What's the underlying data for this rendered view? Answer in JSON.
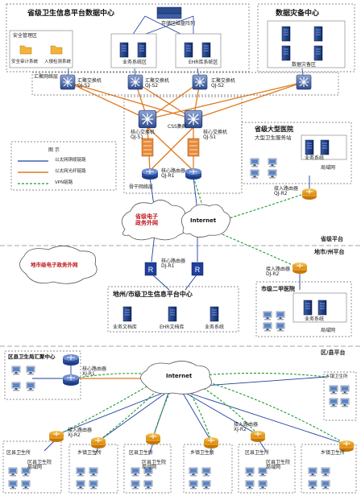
{
  "colors": {
    "ethernet_copper": "#1f3f9f",
    "ethernet_fiber": "#e07a1f",
    "vpn": "#1f9a2f",
    "red_text": "#c0161c",
    "dashed_border": "#666666"
  },
  "province": {
    "dc_title": "省级卫生信息平台数据中心",
    "storage_label": "存储区磁盘阵列",
    "security_zone": "安全管理区",
    "security_audit": "安全审计系统",
    "intrusion_detect": "入侵检测系统",
    "business_zone": "业务系统区",
    "ehr_zone": "EHR库系统区",
    "dr_title": "数据灾备中心",
    "dr_zone": "数据灾备区",
    "agg_switch_left": "汇聚网络层",
    "agg_switch_1": "汇聚交换机\nQJ-S2",
    "agg_switch_2": "汇聚交换机\nQJ-S2",
    "agg_switch_3": "汇聚交换机\nQJ-S2",
    "core_left": "核心交换机\nQJ-S1",
    "core_right": "核心交换机\nQJ-S1",
    "css": "CSS集群",
    "core_router": "核心路由器\nQJ-R1",
    "backbone": "骨干网络层",
    "hospital_title": "省级大型医院",
    "hospital_sub": "大型卫生服务站",
    "hospital_biz": "业务系统",
    "hospital_lan": "局域网",
    "access_router": "接入路由器\nQJ-R2",
    "extranet_cloud": "省级电子\n政务外网",
    "internet_cloud": "Internet",
    "level": "省级平台"
  },
  "legend": {
    "title": "图  示",
    "items": [
      {
        "label": "以太网铜缆链路",
        "type": "copper"
      },
      {
        "label": "以太网光纤链路",
        "type": "fiber"
      },
      {
        "label": "VPN链路",
        "type": "vpn"
      }
    ]
  },
  "city": {
    "level": "地市/州平台",
    "extranet_cloud": "地市级电子政务外网",
    "core_router": "核心路由器\nDJ-R1",
    "access_router": "接入路由器\nDJ-R2",
    "dc_title": "地州/市级卫生信息平台中心",
    "biz_db": "业务文档库",
    "ehr_db": "EHR文档库",
    "biz_sys": "业务系统",
    "hospital_title": "市级二甲医院",
    "hospital_biz": "业务系统",
    "hospital_lan": "局域网"
  },
  "county": {
    "level": "区/县平台",
    "agg_title": "区县卫生局汇聚中心",
    "core_router": "核心路由器\nXJ-R1",
    "internet_cloud": "Internet",
    "access_router_1": "接入路由器\nXJ-R2",
    "access_router_2": "接入路由器\nXJ-R2",
    "township_right": "乡镇卫生所",
    "bottom_boxes": [
      {
        "title": "区县卫生所",
        "sub": "区县卫生院\n局域网"
      },
      {
        "title": "乡镇卫生所",
        "sub": ""
      },
      {
        "title": "区县卫生所",
        "sub": "区县卫生院\n局域网"
      },
      {
        "title": "乡镇卫生所",
        "sub": ""
      },
      {
        "title": "区县卫生所",
        "sub": "区县卫生院\n局域网"
      },
      {
        "title": "乡镇卫生所",
        "sub": ""
      }
    ]
  }
}
